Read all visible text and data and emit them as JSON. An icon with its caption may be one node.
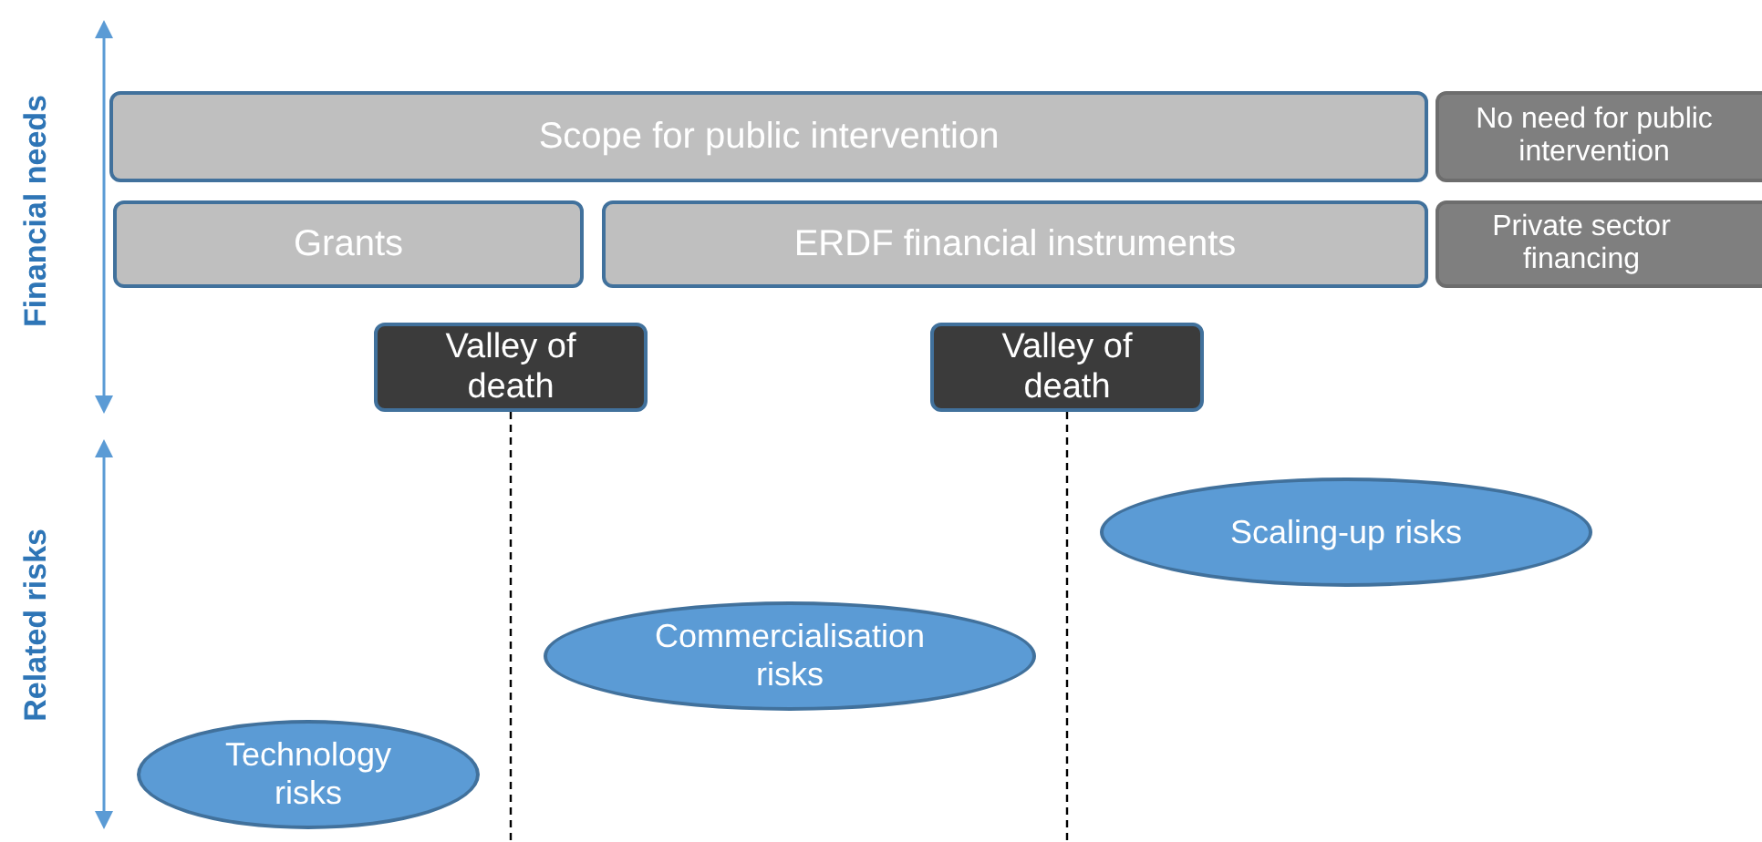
{
  "diagram": {
    "nodes": [
      {
        "text": [
          "Scope for public intervention"
        ]
      },
      {
        "text": [
          "No need for public intervention"
        ]
      },
      {
        "text": [
          "Grants"
        ]
      },
      {
        "text": [
          "ERDF financial instruments"
        ]
      },
      {
        "text": [
          "Private sector financing"
        ]
      },
      {
        "text": [
          "Valley of death"
        ]
      },
      {
        "text": [
          "Valley of death"
        ]
      },
      {
        "text": [
          "Scaling-up risks"
        ]
      },
      {
        "text": [
          "Commercialisation risks"
        ]
      },
      {
        "text": [
          "Technology risks"
        ]
      }
    ],
    "edges": [
      {
        "from": 5,
        "to": null,
        "arrow": "none",
        "style": "dashed"
      },
      {
        "from": 6,
        "to": null,
        "arrow": "none",
        "style": "dashed"
      }
    ],
    "labels": [
      "Financial needs",
      "Related risks"
    ]
  }
}
